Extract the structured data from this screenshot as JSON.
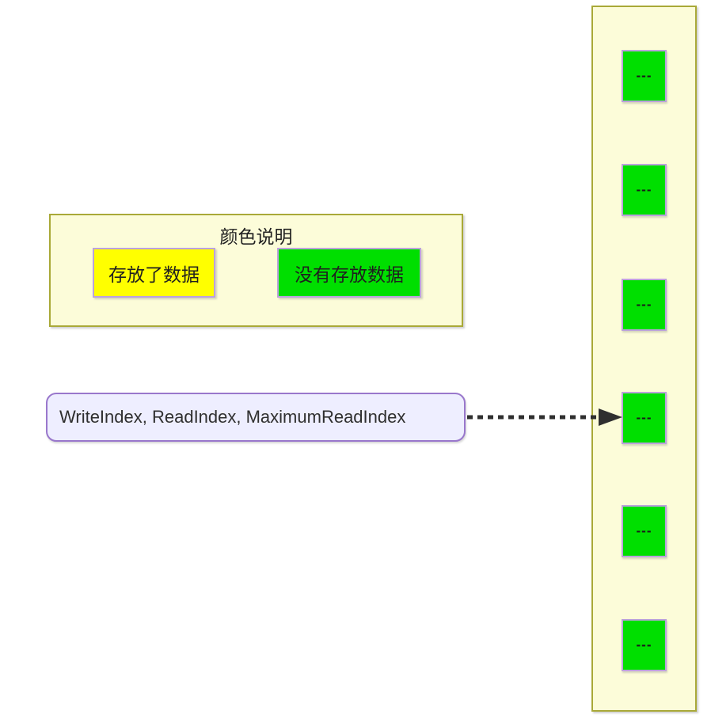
{
  "legend": {
    "title": "颜色说明",
    "items": [
      {
        "label": "存放了数据",
        "color": "#FFFF00"
      },
      {
        "label": "没有存放数据",
        "color": "#00DF00"
      }
    ]
  },
  "pointer": {
    "label": "WriteIndex, ReadIndex, MaximumReadIndex"
  },
  "array": {
    "cells": [
      {
        "label": "---"
      },
      {
        "label": "---"
      },
      {
        "label": "---"
      },
      {
        "label": "---"
      },
      {
        "label": "---"
      },
      {
        "label": "---"
      }
    ]
  },
  "colors": {
    "panel_background": "#FCFCD9",
    "panel_border": "#A9A938",
    "filled_swatch": "#FFFF00",
    "empty_swatch": "#00DF00",
    "swatch_border": "#BCA2DC",
    "pointer_background": "#EEEEFF",
    "pointer_border": "#9977CC",
    "arrow": "#2F2F2F"
  }
}
